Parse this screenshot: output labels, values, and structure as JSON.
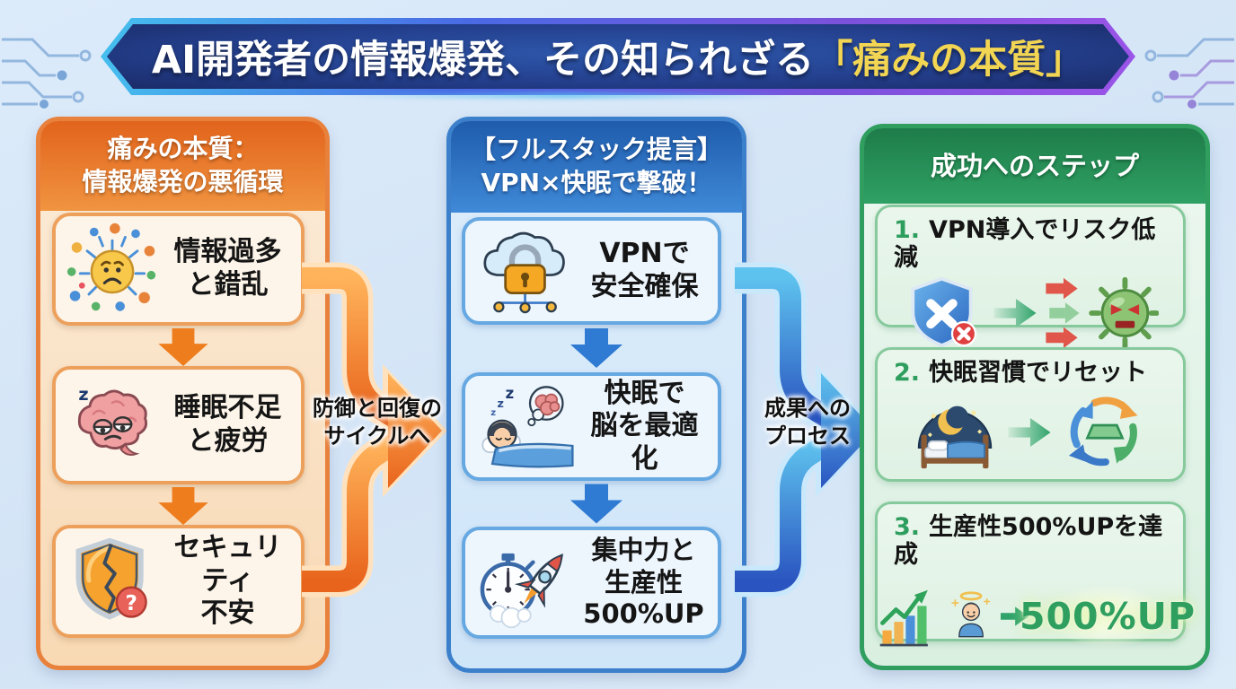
{
  "banner": {
    "title_main": "AI開発者の情報爆発、その知られざる",
    "title_highlight": "「痛みの本質」"
  },
  "columns": {
    "pain": {
      "header": "痛みの本質：\n情報爆発の悪循環",
      "cards": [
        {
          "label": "情報過多\nと錯乱",
          "icon": "overload-face-icon"
        },
        {
          "label": "睡眠不足\nと疲労",
          "icon": "tired-brain-icon"
        },
        {
          "label": "セキュリティ\n不安",
          "icon": "broken-shield-icon"
        }
      ]
    },
    "solution": {
      "header": "【フルスタック提言】\nVPN×快眠で撃破！",
      "cards": [
        {
          "label": "VPNで\n安全確保",
          "icon": "cloud-lock-icon"
        },
        {
          "label": "快眠で\n脳を最適化",
          "icon": "sleeping-brain-icon"
        },
        {
          "label": "集中力と\n生産性\n500%UP",
          "icon": "stopwatch-rocket-icon"
        }
      ]
    },
    "steps": {
      "header": "成功へのステップ",
      "cards": [
        {
          "number": "1.",
          "title": "VPN導入でリスク低減",
          "icons": [
            "shield-block-icon",
            "green-arrow-icon",
            "virus-attack-icon"
          ]
        },
        {
          "number": "2.",
          "title": "快眠習慣でリセット",
          "icons": [
            "night-bed-icon",
            "green-arrow-icon",
            "cycle-icon"
          ]
        },
        {
          "number": "3.",
          "title": "生産性500%UPを達成",
          "icons": [
            "growth-chart-icon",
            "happy-person-icon",
            "green-arrow-icon"
          ],
          "badge": "500%UP"
        }
      ]
    }
  },
  "arrows": {
    "defense": "防御と回復の\nサイクルへ",
    "results": "成果への\nプロセス"
  },
  "icon_text": {
    "question_mark": "?",
    "z": "z"
  },
  "colors": {
    "pain_accent": "#e8813c",
    "solution_accent": "#3c80cc",
    "steps_accent": "#2f9e5e",
    "banner_highlight": "#f2d552",
    "flow_orange": "#ee7d1e",
    "flow_blue": "#2f7ad2",
    "badge_green": "#2f9f60"
  }
}
